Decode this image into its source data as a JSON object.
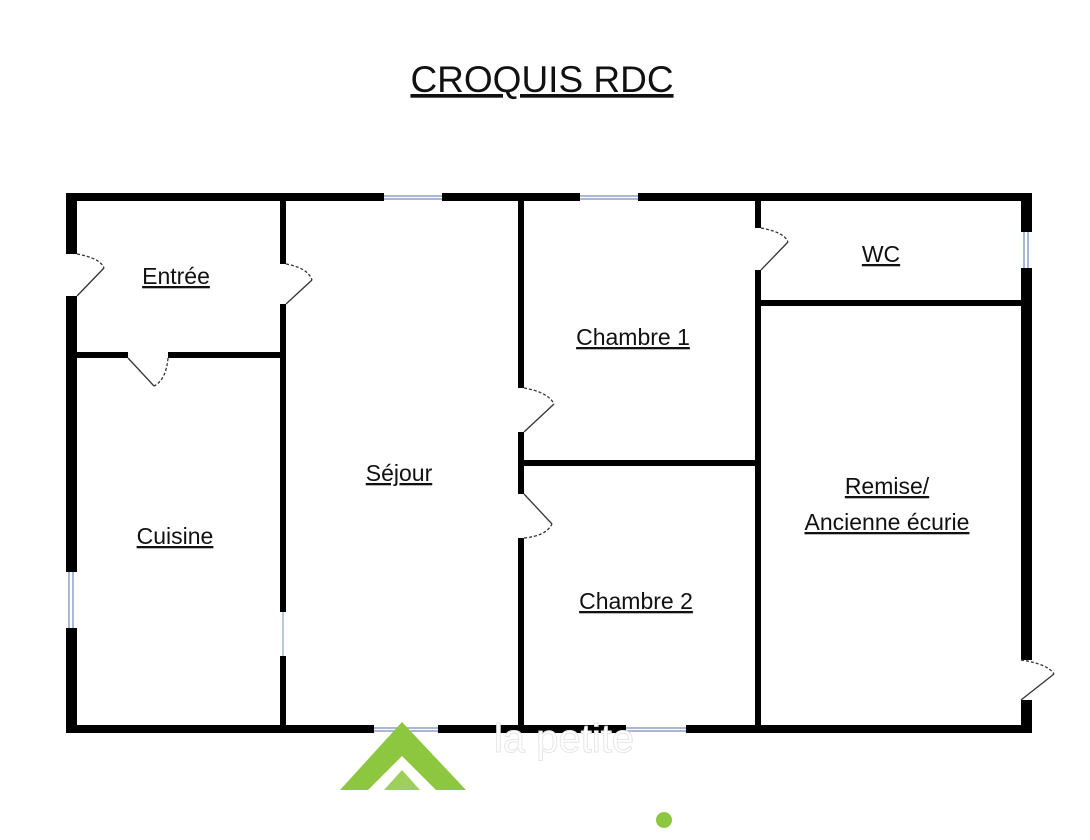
{
  "title": "CROQUIS RDC",
  "rooms": {
    "entree": "Entrée",
    "cuisine": "Cuisine",
    "sejour": "Séjour",
    "chambre1": "Chambre 1",
    "chambre2": "Chambre 2",
    "wc": "WC",
    "remise_line1": "Remise/",
    "remise_line2": "Ancienne écurie"
  },
  "watermark": {
    "text": "la petite"
  },
  "colors": {
    "wall": "#000000",
    "window": "#8da0c8",
    "door": "#333333",
    "watermark_green": "#8dc63f"
  }
}
